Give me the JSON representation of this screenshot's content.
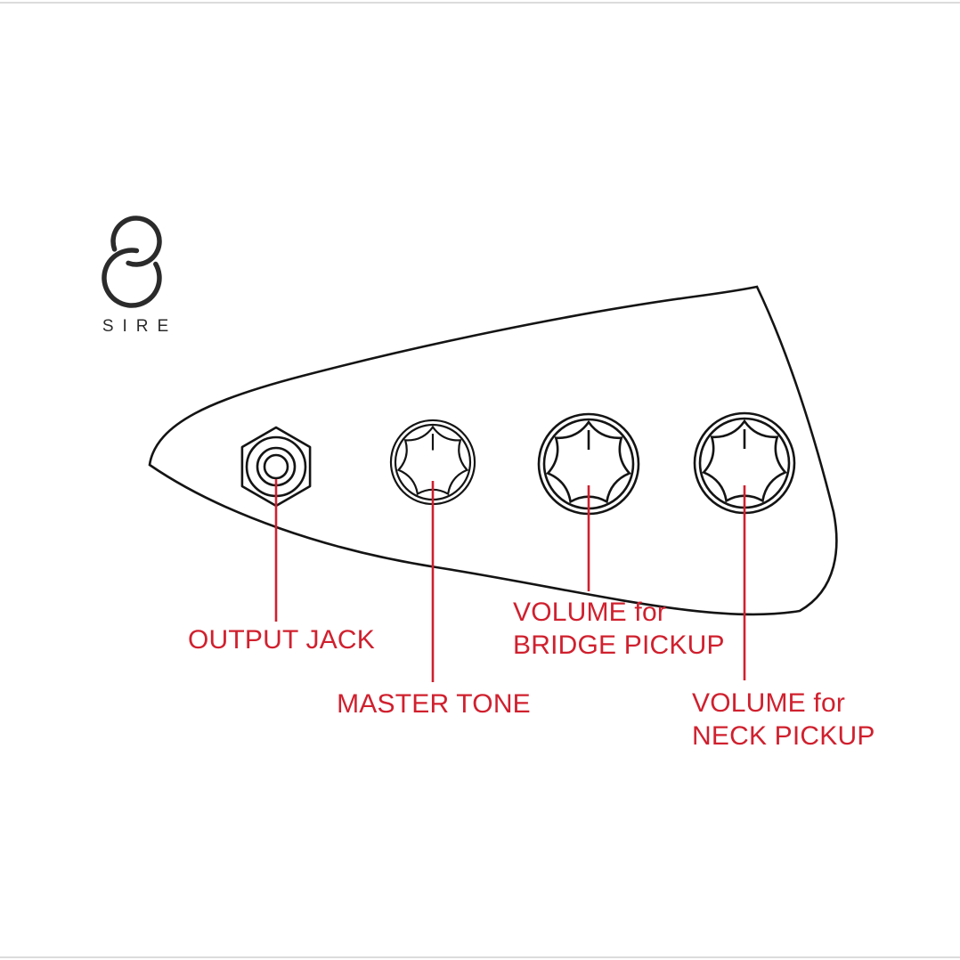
{
  "colors": {
    "accent": "#d0202e",
    "line": "#141414",
    "frame": "#dcdcdc",
    "background": "#ffffff"
  },
  "logo": {
    "brand": "SIRE"
  },
  "labels": {
    "output_jack": "OUTPUT JACK",
    "master_tone": "MASTER TONE",
    "bridge_volume": {
      "line1": "VOLUME for",
      "line2": "BRIDGE PICKUP"
    },
    "neck_volume": {
      "line1": "VOLUME for",
      "line2": "NECK PICKUP"
    }
  }
}
